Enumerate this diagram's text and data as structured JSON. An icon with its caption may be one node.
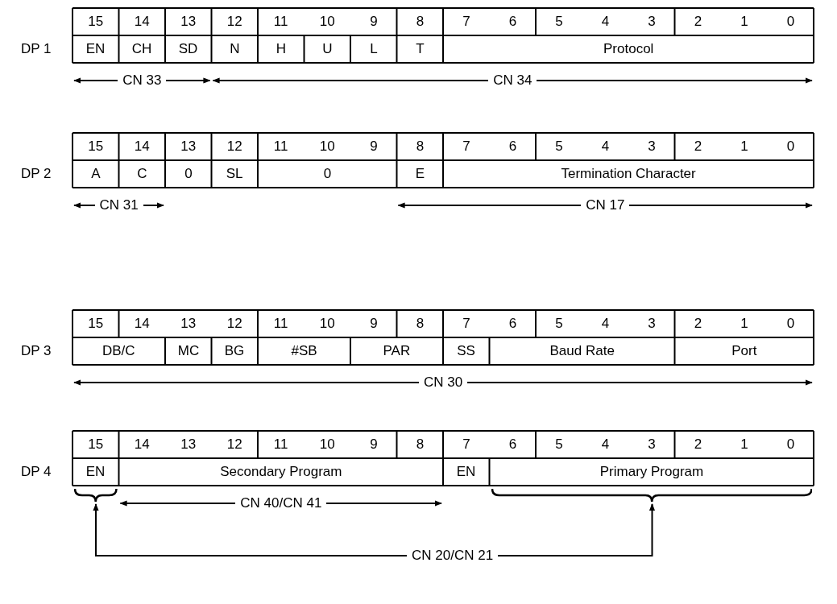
{
  "diagram": {
    "nodes": [
      {
        "text": [],
        "shape": "brace"
      },
      {
        "text": [],
        "shape": "brace"
      },
      {
        "text": [
          "CN 20/CN 21"
        ]
      }
    ],
    "edges": [
      {
        "from": 2,
        "to": 0,
        "arrow": "to"
      },
      {
        "from": 2,
        "to": 1,
        "arrow": "to"
      }
    ],
    "labels": [
      "15",
      "14",
      "13",
      "12",
      "11",
      "10",
      "9",
      "8",
      "7",
      "6",
      "5",
      "4",
      "3",
      "2",
      "1",
      "0",
      "DP 1",
      "EN",
      "CH",
      "SD",
      "N",
      "H",
      "U",
      "L",
      "T",
      "Protocol",
      "CN 33",
      "CN 34",
      "15",
      "14",
      "13",
      "12",
      "11",
      "10",
      "9",
      "8",
      "7",
      "6",
      "5",
      "4",
      "3",
      "2",
      "1",
      "0",
      "DP 2",
      "A",
      "C",
      "0",
      "SL",
      "0",
      "E",
      "Termination Character",
      "CN 31",
      "CN 17",
      "15",
      "14",
      "13",
      "12",
      "11",
      "10",
      "9",
      "8",
      "7",
      "6",
      "5",
      "4",
      "3",
      "2",
      "1",
      "0",
      "DP 3",
      "DB/C",
      "MC",
      "BG",
      "#SB",
      "PAR",
      "SS",
      "Baud Rate",
      "Port",
      "CN 30",
      "15",
      "14",
      "13",
      "12",
      "11",
      "10",
      "9",
      "8",
      "7",
      "6",
      "5",
      "4",
      "3",
      "2",
      "1",
      "0",
      "DP 4",
      "EN",
      "Secondary Program",
      "EN",
      "Primary Program",
      "CN 40/CN 41"
    ]
  }
}
